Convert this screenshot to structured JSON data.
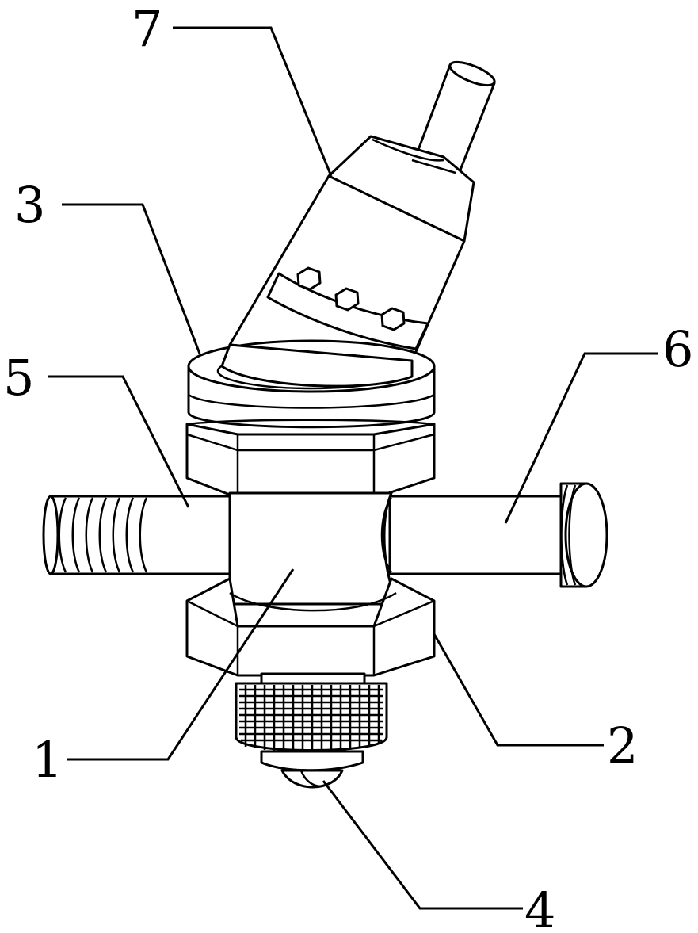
{
  "figure": {
    "labels": [
      {
        "id": "1",
        "text": "1"
      },
      {
        "id": "2",
        "text": "2"
      },
      {
        "id": "3",
        "text": "3"
      },
      {
        "id": "4",
        "text": "4"
      },
      {
        "id": "5",
        "text": "5"
      },
      {
        "id": "6",
        "text": "6"
      },
      {
        "id": "7",
        "text": "7"
      }
    ],
    "line_color": "#000000",
    "background": "#ffffff"
  }
}
